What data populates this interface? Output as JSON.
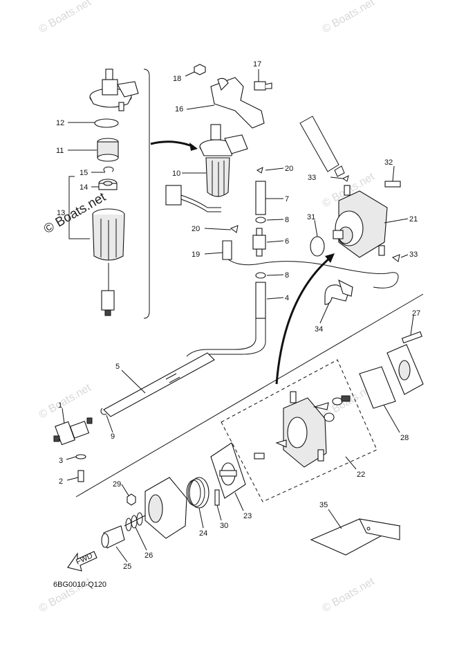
{
  "watermark": {
    "text": "© Boats.net",
    "big_text": "© Boats.net"
  },
  "diagram_code": "6BG0010-Q120",
  "fwd_label": "FWD",
  "callouts": [
    {
      "id": "c1",
      "text": "1"
    },
    {
      "id": "c2",
      "text": "2"
    },
    {
      "id": "c3",
      "text": "3"
    },
    {
      "id": "c4",
      "text": "4"
    },
    {
      "id": "c5",
      "text": "5"
    },
    {
      "id": "c6",
      "text": "6"
    },
    {
      "id": "c7",
      "text": "7"
    },
    {
      "id": "c8a",
      "text": "8"
    },
    {
      "id": "c8b",
      "text": "8"
    },
    {
      "id": "c9",
      "text": "9"
    },
    {
      "id": "c10",
      "text": "10"
    },
    {
      "id": "c11",
      "text": "11"
    },
    {
      "id": "c12",
      "text": "12"
    },
    {
      "id": "c13",
      "text": "13"
    },
    {
      "id": "c14",
      "text": "14"
    },
    {
      "id": "c15",
      "text": "15"
    },
    {
      "id": "c16",
      "text": "16"
    },
    {
      "id": "c17",
      "text": "17"
    },
    {
      "id": "c18",
      "text": "18"
    },
    {
      "id": "c19",
      "text": "19"
    },
    {
      "id": "c20a",
      "text": "20"
    },
    {
      "id": "c20b",
      "text": "20"
    },
    {
      "id": "c21",
      "text": "21"
    },
    {
      "id": "c22",
      "text": "22"
    },
    {
      "id": "c23",
      "text": "23"
    },
    {
      "id": "c24",
      "text": "24"
    },
    {
      "id": "c25",
      "text": "25"
    },
    {
      "id": "c26",
      "text": "26"
    },
    {
      "id": "c27",
      "text": "27"
    },
    {
      "id": "c28",
      "text": "28"
    },
    {
      "id": "c29",
      "text": "29"
    },
    {
      "id": "c30",
      "text": "30"
    },
    {
      "id": "c31",
      "text": "31"
    },
    {
      "id": "c32",
      "text": "32"
    },
    {
      "id": "c33a",
      "text": "33"
    },
    {
      "id": "c33b",
      "text": "33"
    },
    {
      "id": "c34",
      "text": "34"
    },
    {
      "id": "c35",
      "text": "35"
    }
  ]
}
